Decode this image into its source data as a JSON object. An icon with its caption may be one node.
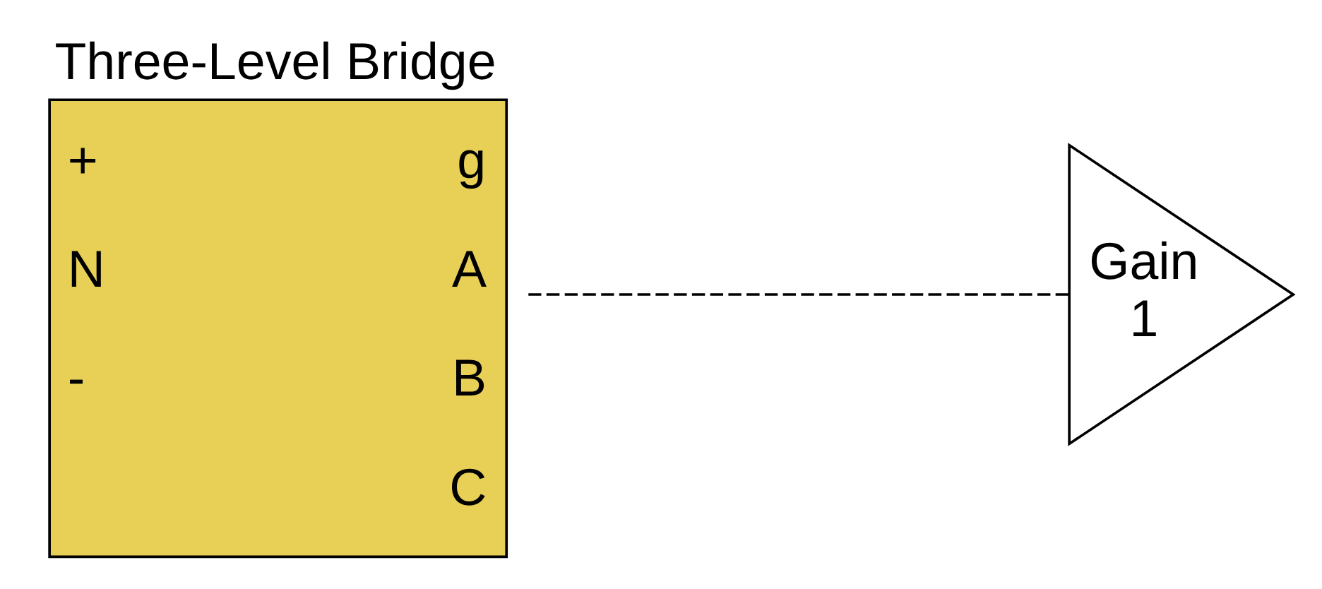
{
  "diagram": {
    "nodes": [
      {
        "text": [
          "Three-Level Bridge",
          "+",
          "N",
          "-",
          "g",
          "A",
          "B",
          "C"
        ]
      },
      {
        "text": [
          "Gain",
          "1"
        ]
      }
    ],
    "edges": [
      {
        "from": 0,
        "to": 1,
        "arrow": "none",
        "style": "dashed"
      }
    ]
  }
}
